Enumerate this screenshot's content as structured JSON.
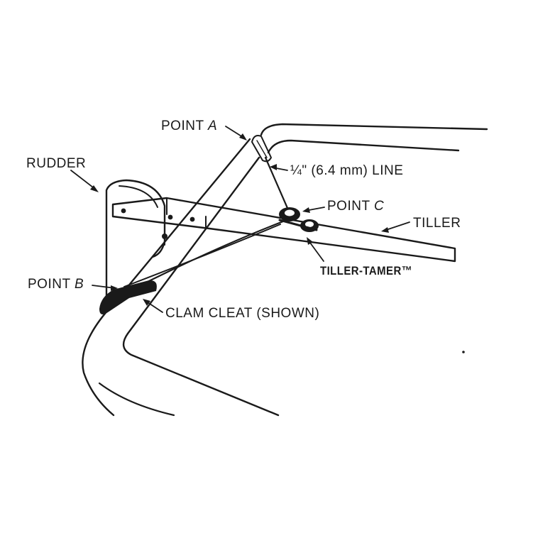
{
  "labels": {
    "point_a": {
      "word": "POINT",
      "letter": "A"
    },
    "rudder": "RUDDER",
    "line": "¼\" (6.4 mm) LINE",
    "point_c": {
      "word": "POINT",
      "letter": "C"
    },
    "tiller": "TILLER",
    "tiller_tamer": "TILLER-TAMER™",
    "point_b": {
      "word": "POINT",
      "letter": "B"
    },
    "clam_cleat": "CLAM CLEAT (SHOWN)"
  },
  "colors": {
    "ink": "#1a1a1a",
    "background": "#ffffff"
  }
}
